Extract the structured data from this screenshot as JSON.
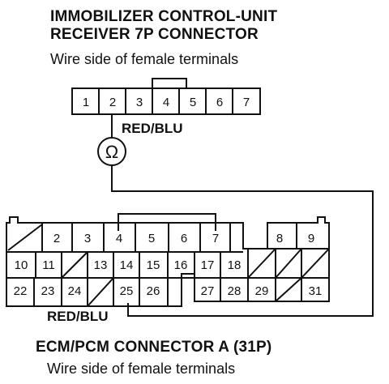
{
  "top_connector": {
    "title_line1": "IMMOBILIZER CONTROL-UNIT",
    "title_line2": "RECEIVER 7P CONNECTOR",
    "subtitle": "Wire side of female terminals",
    "pins": [
      "1",
      "2",
      "3",
      "4",
      "5",
      "6",
      "7"
    ],
    "wire_label": "RED/BLU"
  },
  "meter_symbol": "Ω",
  "bottom_connector": {
    "title": "ECM/PCM CONNECTOR A (31P)",
    "subtitle": "Wire side of female terminals",
    "wire_label": "RED/BLU",
    "row1_pins": [
      "2",
      "3",
      "4",
      "5",
      "6",
      "7",
      "8",
      "9"
    ],
    "row2_pins": [
      "10",
      "11",
      "13",
      "14",
      "15",
      "16",
      "17",
      "18"
    ],
    "row3_pins": [
      "22",
      "23",
      "24",
      "25",
      "26",
      "27",
      "28",
      "29",
      "31"
    ]
  }
}
